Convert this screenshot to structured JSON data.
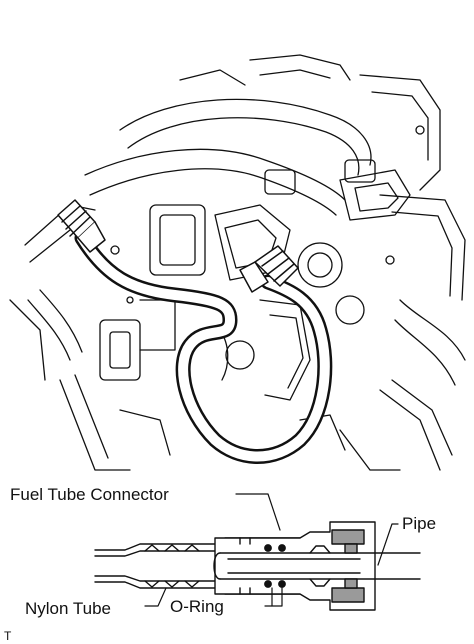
{
  "figure_type": "line-art technical illustration",
  "callouts": {
    "fuel_tube_connector": "Fuel Tube Connector",
    "pipe": "Pipe",
    "nylon_tube": "Nylon Tube",
    "o_ring": "O-Ring"
  },
  "corner_code": "T",
  "colors": {
    "ink": "#111111",
    "background": "#ffffff",
    "shading": "#9a9a9a"
  }
}
